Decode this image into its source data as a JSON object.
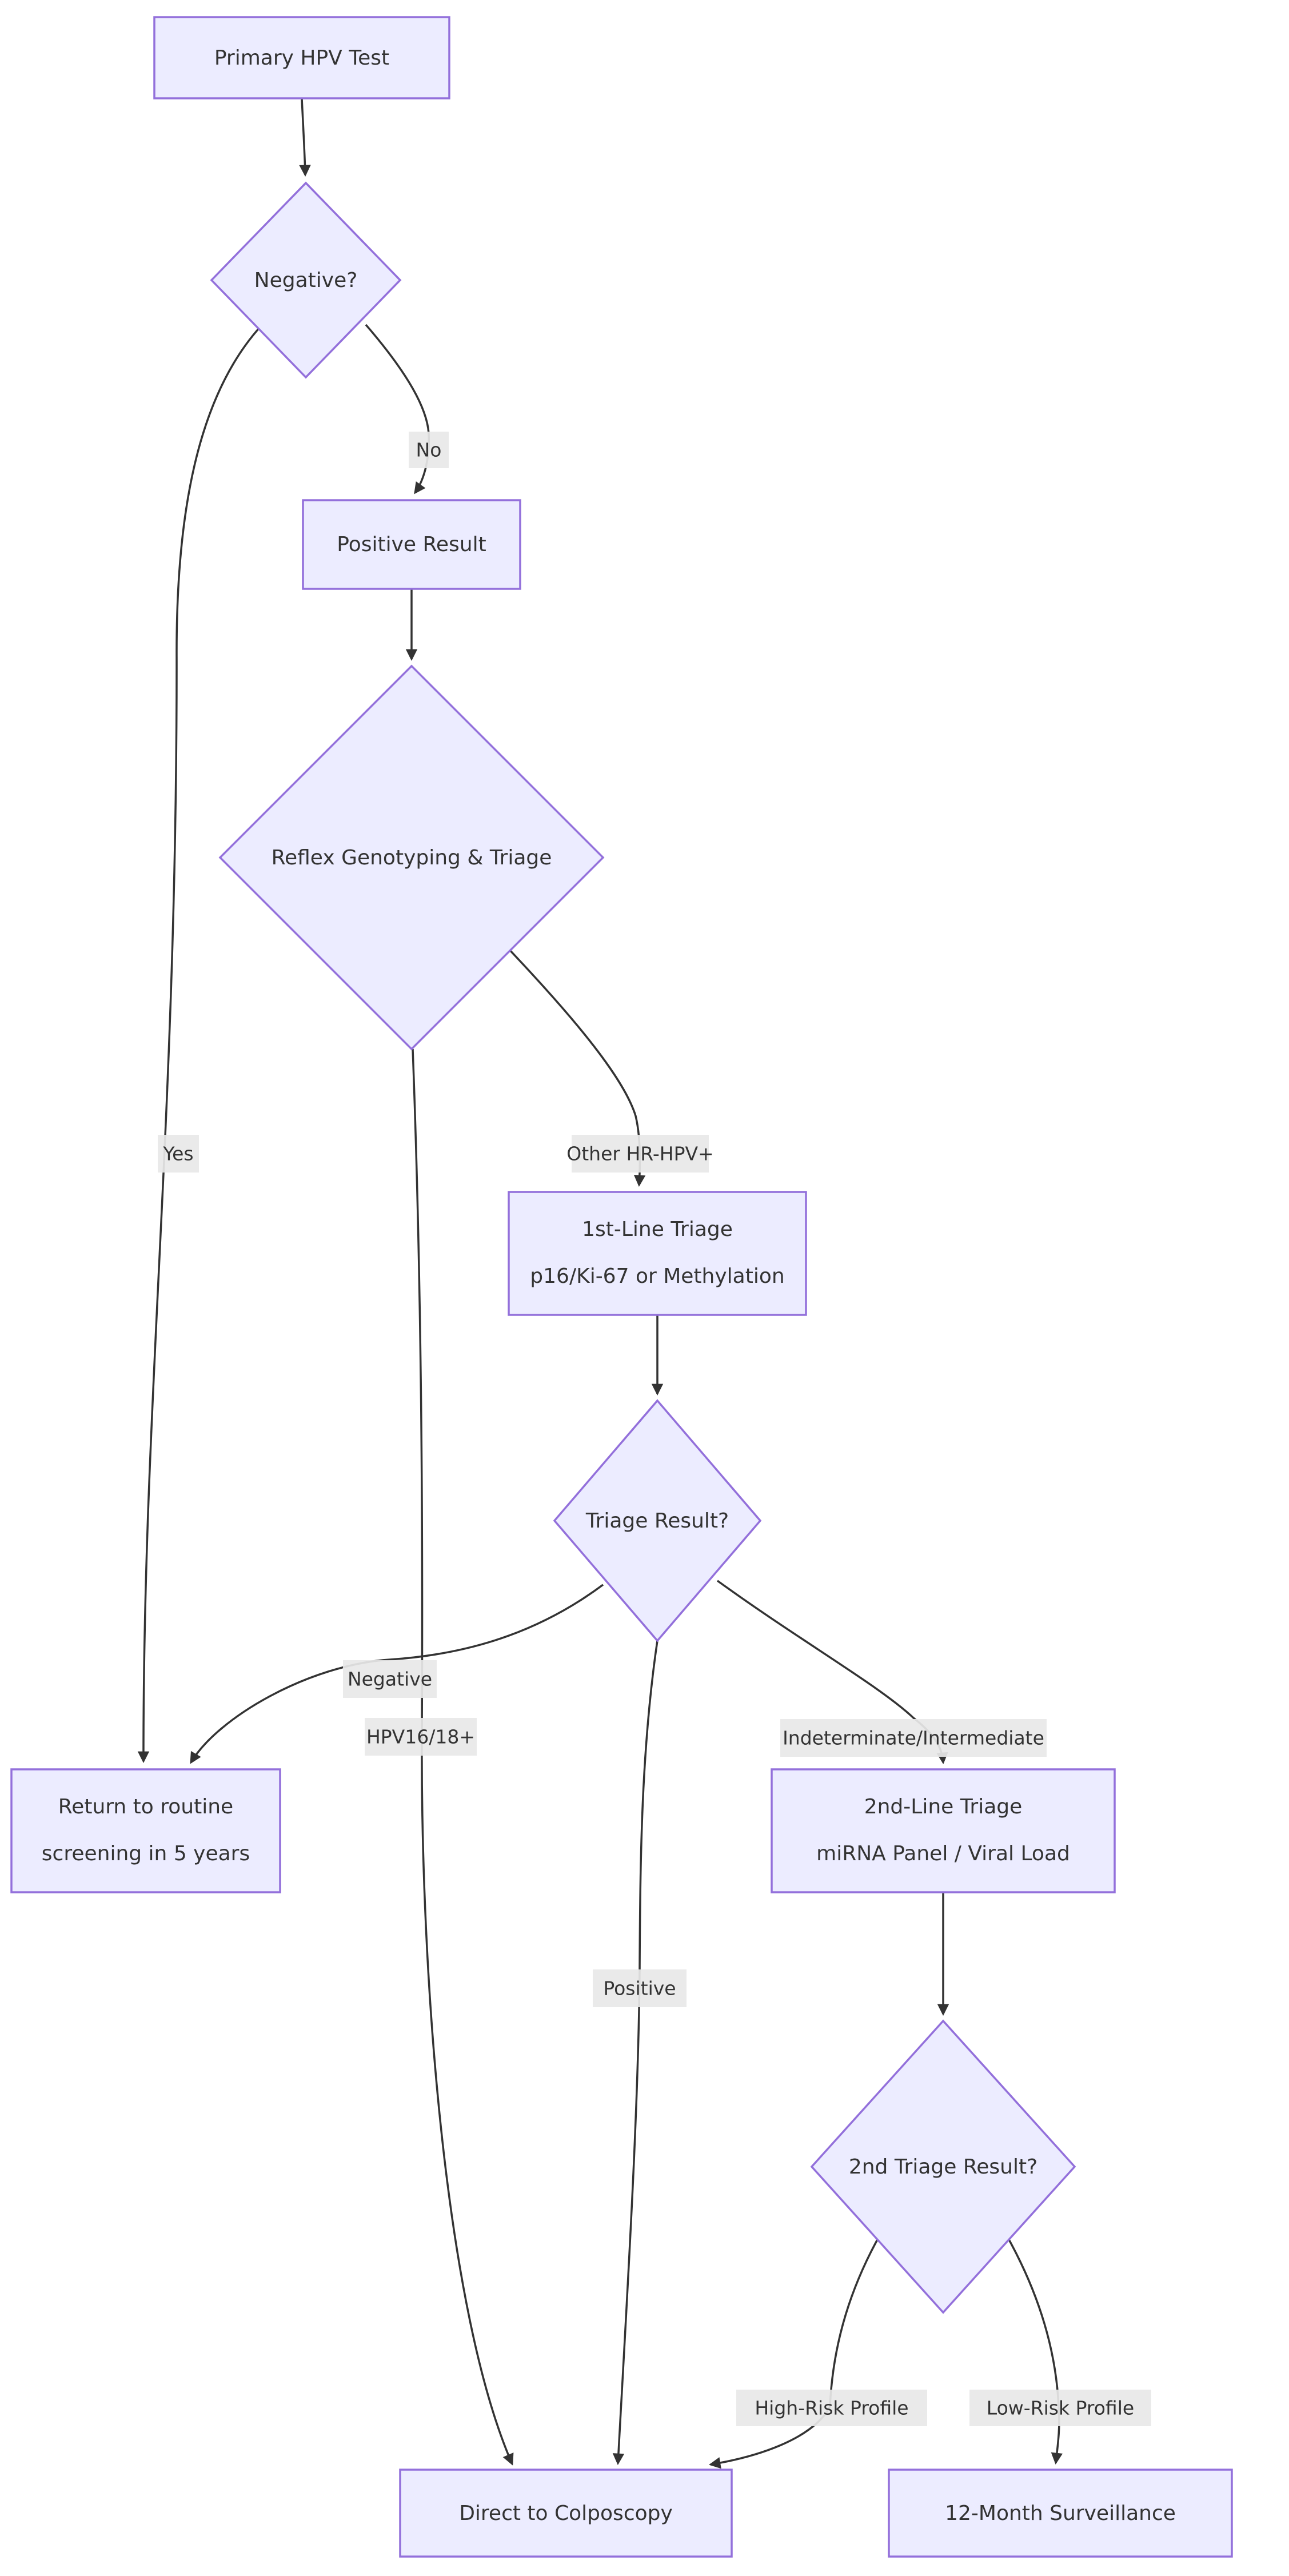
{
  "diagram": {
    "type": "flowchart",
    "theme": {
      "node_fill": "#ECECFF",
      "node_border": "#9370DB",
      "edge_color": "#333333",
      "label_bg": "#e8e8e8",
      "text_color": "#333333",
      "background": "#ffffff"
    },
    "nodes": {
      "primary": {
        "label": "Primary HPV Test",
        "shape": "rect"
      },
      "negative_check": {
        "label": "Negative?",
        "shape": "diamond"
      },
      "positive_result": {
        "label": "Positive Result",
        "shape": "rect"
      },
      "reflex": {
        "label": "Reflex Genotyping & Triage",
        "shape": "diamond"
      },
      "first_line": {
        "line1": "1st-Line Triage",
        "line2": "p16/Ki-67 or Methylation",
        "shape": "rect"
      },
      "triage_result": {
        "label": "Triage Result?",
        "shape": "diamond"
      },
      "return_routine": {
        "line1": "Return to routine",
        "line2": "screening in 5 years",
        "shape": "rect"
      },
      "second_line": {
        "line1": "2nd-Line Triage",
        "line2": "miRNA Panel / Viral Load",
        "shape": "rect"
      },
      "second_triage": {
        "label": "2nd Triage Result?",
        "shape": "diamond"
      },
      "colposcopy": {
        "label": "Direct to Colposcopy",
        "shape": "rect"
      },
      "surveillance": {
        "label": "12-Month Surveillance",
        "shape": "rect"
      }
    },
    "edge_labels": {
      "no": "No",
      "yes": "Yes",
      "other": "Other HR-HPV+",
      "negative": "Negative",
      "hpv1618": "HPV16/18+",
      "indeterminate": "Indeterminate/Intermediate",
      "positive": "Positive",
      "high": "High-Risk Profile",
      "low": "Low-Risk Profile"
    },
    "edges": [
      {
        "from": "primary",
        "to": "negative_check",
        "label": ""
      },
      {
        "from": "negative_check",
        "to": "return_routine",
        "label": "Yes"
      },
      {
        "from": "negative_check",
        "to": "positive_result",
        "label": "No"
      },
      {
        "from": "positive_result",
        "to": "reflex",
        "label": ""
      },
      {
        "from": "reflex",
        "to": "first_line",
        "label": "Other HR-HPV+"
      },
      {
        "from": "reflex",
        "to": "colposcopy",
        "label": "HPV16/18+"
      },
      {
        "from": "first_line",
        "to": "triage_result",
        "label": ""
      },
      {
        "from": "triage_result",
        "to": "return_routine",
        "label": "Negative"
      },
      {
        "from": "triage_result",
        "to": "colposcopy",
        "label": "Positive"
      },
      {
        "from": "triage_result",
        "to": "second_line",
        "label": "Indeterminate/Intermediate"
      },
      {
        "from": "second_line",
        "to": "second_triage",
        "label": ""
      },
      {
        "from": "second_triage",
        "to": "colposcopy",
        "label": "High-Risk Profile"
      },
      {
        "from": "second_triage",
        "to": "surveillance",
        "label": "Low-Risk Profile"
      }
    ]
  }
}
